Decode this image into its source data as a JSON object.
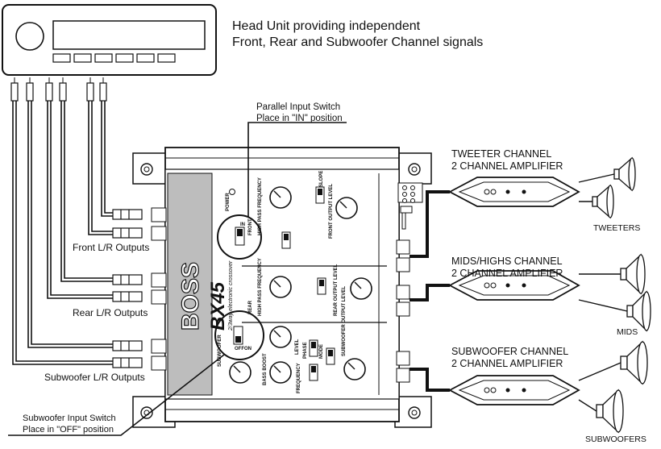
{
  "head_unit": {
    "caption_line1": "Head Unit providing independent",
    "caption_line2": "Front, Rear and Subwoofer  Channel signals"
  },
  "callouts": {
    "parallel_switch_line1": "Parallel Input Switch",
    "parallel_switch_line2": "Place in \"IN\" position",
    "subwoofer_switch_line1": "Subwoofer  Input Switch",
    "subwoofer_switch_line2": "Place in \"OFF\" position"
  },
  "inputs": {
    "front": "Front L/R Outputs",
    "rear": "Rear L/R Outputs",
    "sub": "Subwoofer L/R Outputs"
  },
  "crossover": {
    "brand": "BOSS",
    "model": "BX45",
    "tagline": "2/3way electronic crossover",
    "power_label": "POWER",
    "front_section": "FRONT",
    "rear_section": "REAR",
    "sub_section": "SUBWOOFER",
    "high_pass_label": "HIGH PASS FREQUENCY",
    "front_output_label": "FRONT OUTPUT LEVEL",
    "rear_output_label": "REAR OUTPUT LEVEL",
    "bass_boost_label": "BASS BOOST",
    "level_label": "LEVEL",
    "phase_label": "PHASE",
    "mode_label": "MODE",
    "frequency_label": "FREQUENCY",
    "sub_output_label": "SUBWOOFER OUTPUT LEVEL",
    "slope_label": "SLOPE",
    "switch_in": "IN",
    "switch_off": "OFF",
    "switch_on": "ON"
  },
  "amplifiers": [
    {
      "line1": "TWEETER CHANNEL",
      "line2": "2 CHANNEL AMPLIFIER",
      "speakers": "TWEETERS"
    },
    {
      "line1": "MIDS/HIGHS CHANNEL",
      "line2": "2 CHANNEL AMPLIFIER",
      "speakers": "MIDS"
    },
    {
      "line1": "SUBWOOFER CHANNEL",
      "line2": "2 CHANNEL AMPLIFIER",
      "speakers": "SUBWOOFERS"
    }
  ]
}
